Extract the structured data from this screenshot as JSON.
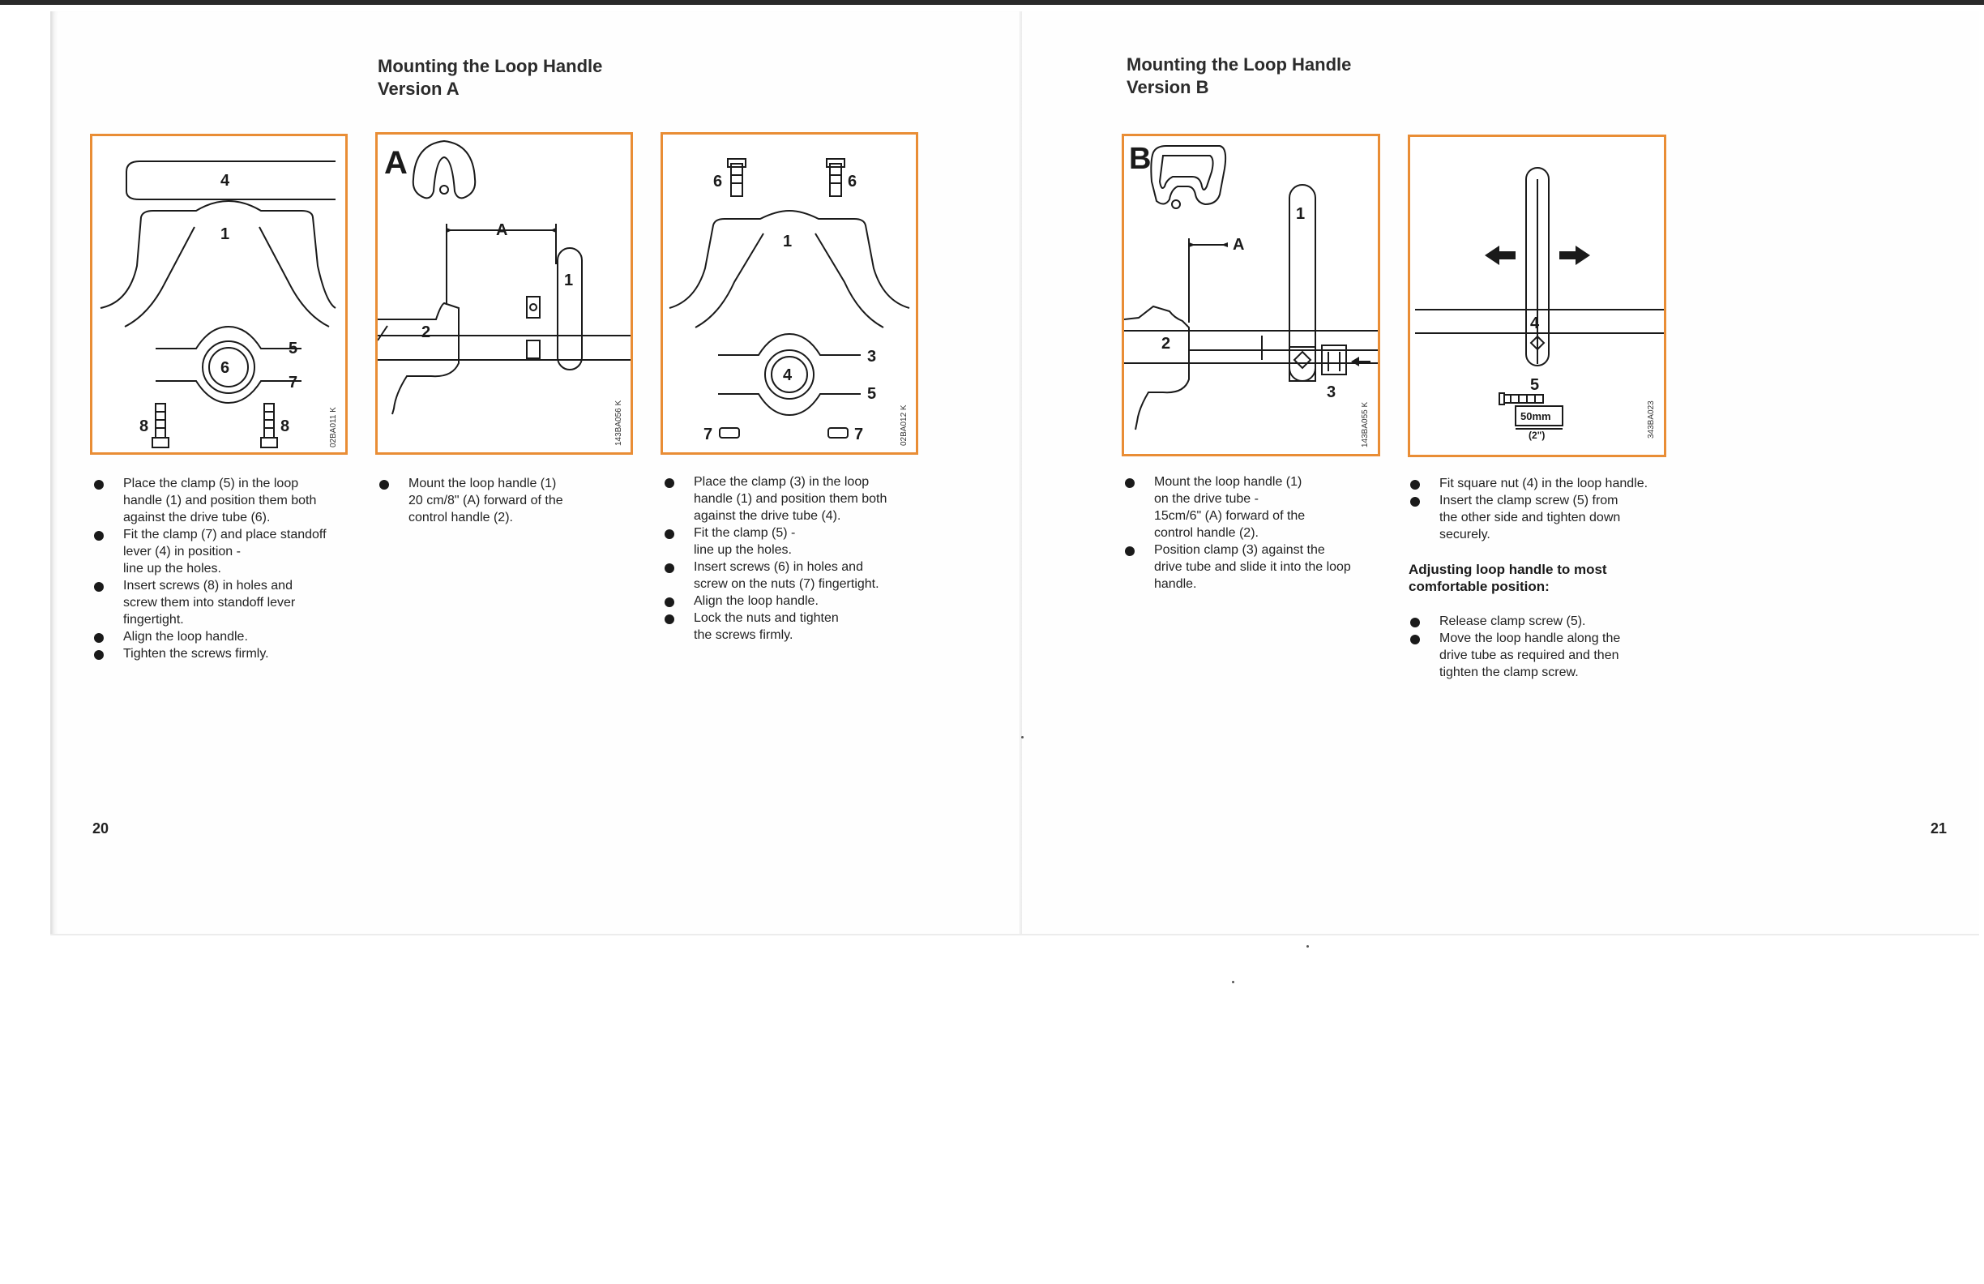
{
  "left_page": {
    "title_line1": "Mounting the Loop Handle",
    "title_line2": "Version A",
    "page_number": "20",
    "figures": {
      "fig1": {
        "code": "02BA011 K",
        "labels": [
          "4",
          "1",
          "5",
          "6",
          "7",
          "8",
          "8"
        ]
      },
      "figA": {
        "letter": "A",
        "code": "143BA056 K",
        "labels": [
          "A",
          "1",
          "2"
        ]
      },
      "fig3": {
        "code": "02BA012 K",
        "labels": [
          "6",
          "6",
          "1",
          "3",
          "4",
          "5",
          "7",
          "7"
        ]
      }
    },
    "col1_steps": [
      [
        "Place the clamp (5) in the loop",
        "handle (1) and position them both",
        "against the drive tube (6)."
      ],
      [
        "Fit the clamp (7) and place standoff",
        "lever (4) in position -",
        "line up the holes."
      ],
      [
        "Insert screws (8) in holes and",
        "screw them into standoff lever",
        "fingertight."
      ],
      [
        "Align the loop handle."
      ],
      [
        "Tighten the screws firmly."
      ]
    ],
    "col2_steps": [
      [
        "Mount the loop handle (1)",
        "20 cm/8\" (A) forward of the",
        "control handle (2)."
      ]
    ],
    "col3_steps": [
      [
        "Place the clamp (3) in the loop",
        "handle (1) and position them both",
        "against the drive tube (4)."
      ],
      [
        "Fit the clamp (5) -",
        "line up the holes."
      ],
      [
        "Insert screws (6) in holes and",
        "screw on the nuts (7) fingertight."
      ],
      [
        "Align the loop handle."
      ],
      [
        "Lock the nuts and tighten",
        "the screws firmly."
      ]
    ]
  },
  "right_page": {
    "title_line1": "Mounting the Loop Handle",
    "title_line2": "Version B",
    "page_number": "21",
    "figures": {
      "figB": {
        "letter": "B",
        "code": "143BA055 K",
        "labels": [
          "A",
          "1",
          "2",
          "3"
        ]
      },
      "fig5": {
        "code": "343BA023",
        "labels": [
          "4",
          "5"
        ],
        "dim_metric": "50mm",
        "dim_imperial": "(2\")"
      }
    },
    "col1_steps": [
      [
        "Mount the loop handle (1)",
        "on the drive tube -",
        "15cm/6\" (A) forward of the",
        "control handle (2)."
      ],
      [
        "Position clamp (3) against the",
        "drive tube and slide it into the loop",
        "handle."
      ]
    ],
    "col2_steps": [
      [
        "Fit square nut (4) in the loop handle."
      ],
      [
        "Insert the clamp screw (5) from",
        "the other side and tighten down",
        "securely."
      ]
    ],
    "adjust_heading_line1": "Adjusting loop handle to most",
    "adjust_heading_line2": "comfortable position:",
    "col2_adjust_steps": [
      [
        "Release clamp screw (5)."
      ],
      [
        "Move the loop handle along the",
        "drive tube as required and then",
        "tighten the clamp screw."
      ]
    ]
  },
  "colors": {
    "panel_border": "#e98d35",
    "ink": "#1a1a1a"
  }
}
